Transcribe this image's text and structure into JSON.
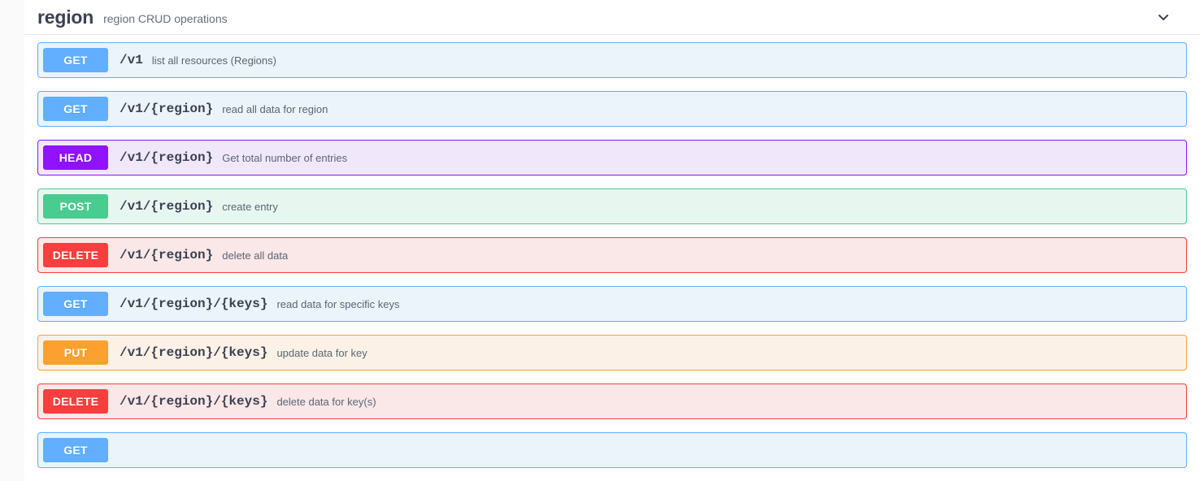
{
  "tag": {
    "name": "region",
    "description": "region CRUD operations",
    "expand_icon": "chevron-down-icon"
  },
  "operations": [
    {
      "method": "GET",
      "path": "/v1",
      "summary": "list all resources (Regions)",
      "color": "#61affe"
    },
    {
      "method": "GET",
      "path": "/v1/{region}",
      "summary": "read all data for region",
      "color": "#61affe"
    },
    {
      "method": "HEAD",
      "path": "/v1/{region}",
      "summary": "Get total number of entries",
      "color": "#9012fe"
    },
    {
      "method": "POST",
      "path": "/v1/{region}",
      "summary": "create entry",
      "color": "#49cc90"
    },
    {
      "method": "DELETE",
      "path": "/v1/{region}",
      "summary": "delete all data",
      "color": "#f93e3e"
    },
    {
      "method": "GET",
      "path": "/v1/{region}/{keys}",
      "summary": "read data for specific keys",
      "color": "#61affe"
    },
    {
      "method": "PUT",
      "path": "/v1/{region}/{keys}",
      "summary": "update data for key",
      "color": "#fca130"
    },
    {
      "method": "DELETE",
      "path": "/v1/{region}/{keys}",
      "summary": "delete data for key(s)",
      "color": "#f93e3e"
    },
    {
      "method": "GET",
      "path": "",
      "summary": "",
      "color": "#61affe"
    }
  ]
}
